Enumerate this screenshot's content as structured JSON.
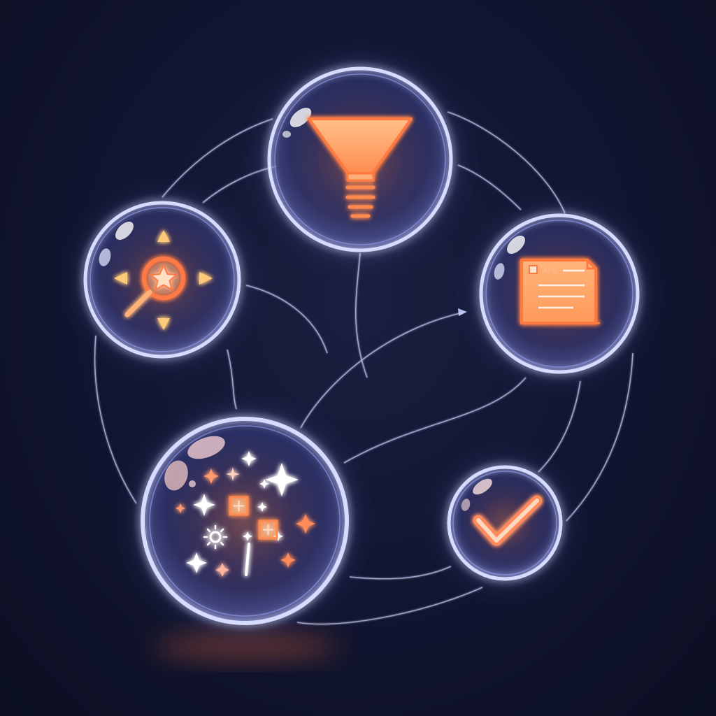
{
  "diagram": {
    "nodes": [
      {
        "id": "filter",
        "icon": "funnel-icon"
      },
      {
        "id": "discover",
        "icon": "magnifier-star-icon"
      },
      {
        "id": "document",
        "icon": "document-icon",
        "label": "AI S"
      },
      {
        "id": "generate",
        "icon": "sparkles-icon"
      },
      {
        "id": "complete",
        "icon": "checkmark-icon"
      }
    ]
  },
  "colors": {
    "background": "#0f1326",
    "bubble_rim": "#c9d2ff",
    "icon_glow": "#ff7a45",
    "icon_fill": "#ffb27a",
    "accent_yellow": "#ffc97a",
    "connector": "#b9c0e6"
  }
}
